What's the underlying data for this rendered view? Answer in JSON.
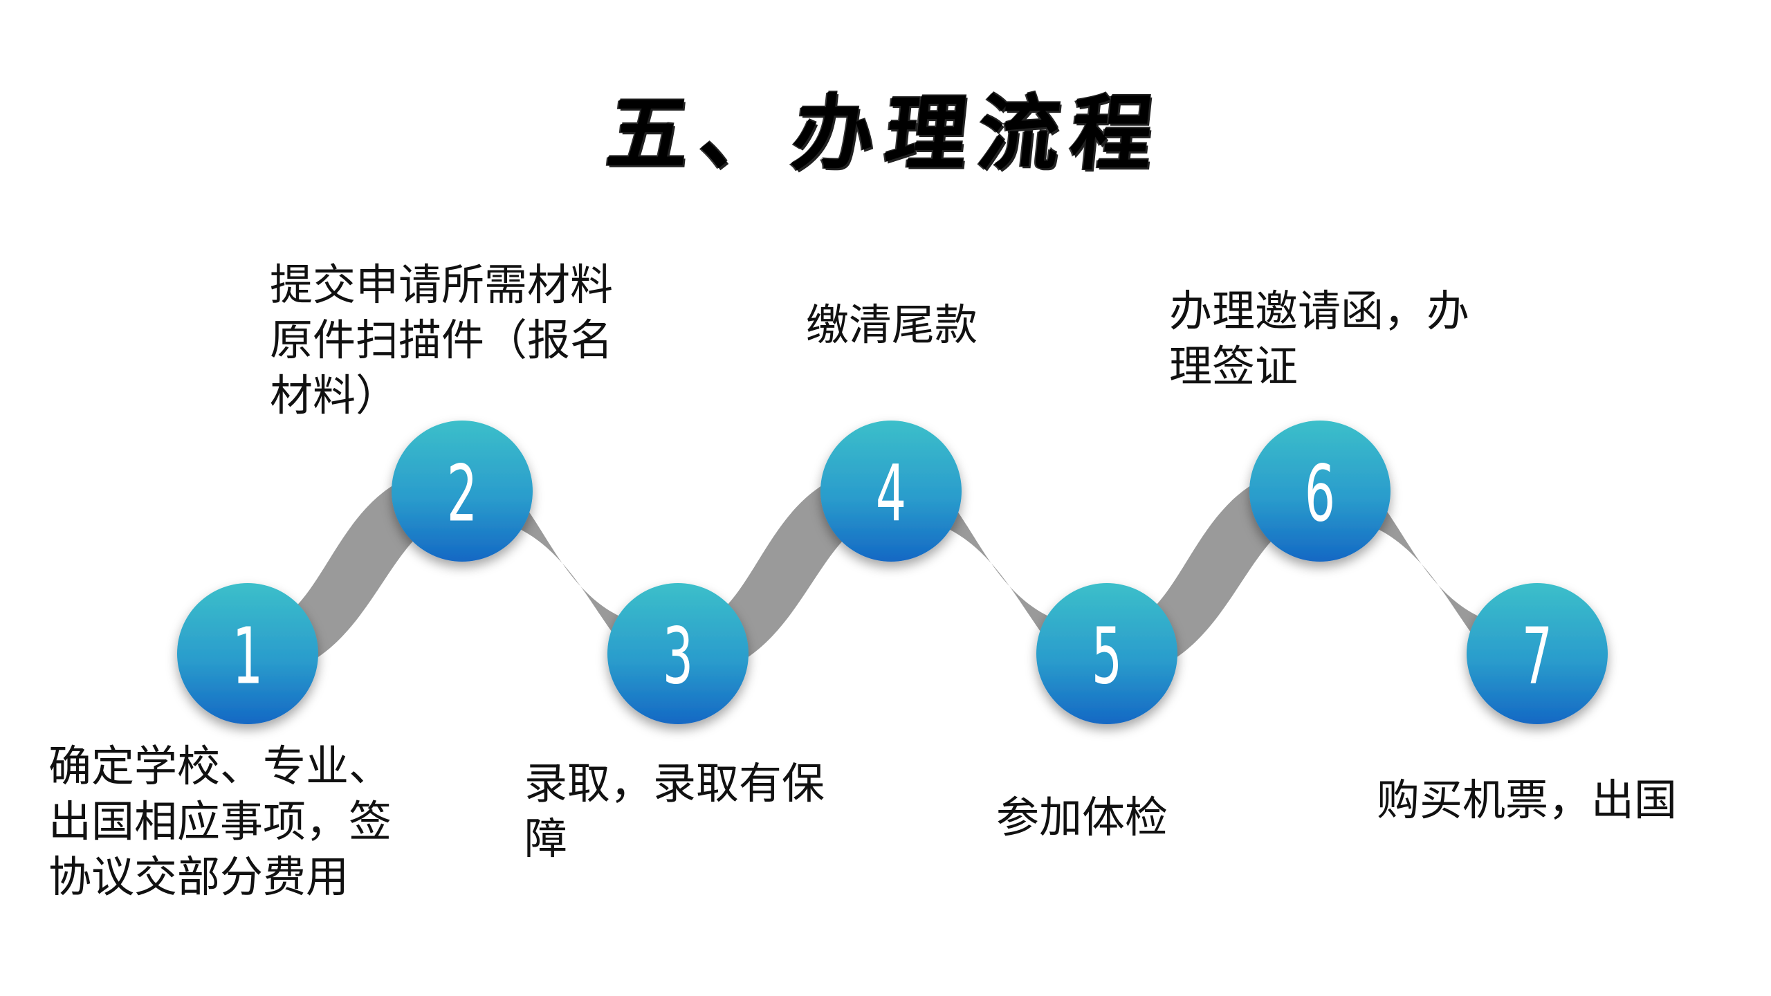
{
  "title": "五、办理流程",
  "colors": {
    "circle_top": "#38b8c8",
    "circle_bottom": "#1672c6",
    "connector": "#9a9a9a",
    "label_text": "#111111"
  },
  "steps": [
    {
      "number": "1",
      "label": "确定学校、专业、出国相应事项，签协议交部分费用",
      "level": "low"
    },
    {
      "number": "2",
      "label": "提交申请所需材料原件扫描件（报名材料）",
      "level": "high"
    },
    {
      "number": "3",
      "label": "录取，录取有保障",
      "level": "low"
    },
    {
      "number": "4",
      "label": "缴清尾款",
      "level": "high"
    },
    {
      "number": "5",
      "label": "参加体检",
      "level": "low"
    },
    {
      "number": "6",
      "label": "办理邀请函，办理签证",
      "level": "high"
    },
    {
      "number": "7",
      "label": "购买机票，出国",
      "level": "low"
    }
  ]
}
